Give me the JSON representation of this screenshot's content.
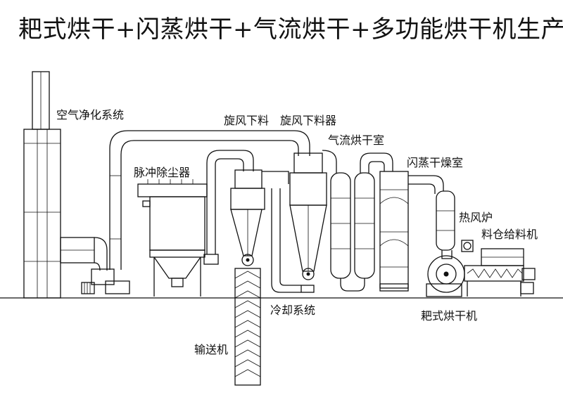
{
  "title": "耙式烘干+闪蒸烘干+气流烘干+多功能烘干机生产线",
  "labels": {
    "air_purification": "空气净化系统",
    "cyclone_discharge": "旋风下料",
    "cyclone_discharger": "旋风下料器",
    "airflow_drying_room": "气流烘干室",
    "pulse_dust_collector": "脉冲除尘器",
    "flash_drying_room": "闪蒸干燥室",
    "hot_air_furnace": "热风炉",
    "silo_feeder": "料仓给料机",
    "cooling_system": "冷却系统",
    "rake_dryer": "耙式烘干机",
    "conveyor": "输送机"
  },
  "colors": {
    "line": "#111111",
    "background": "#ffffff"
  }
}
